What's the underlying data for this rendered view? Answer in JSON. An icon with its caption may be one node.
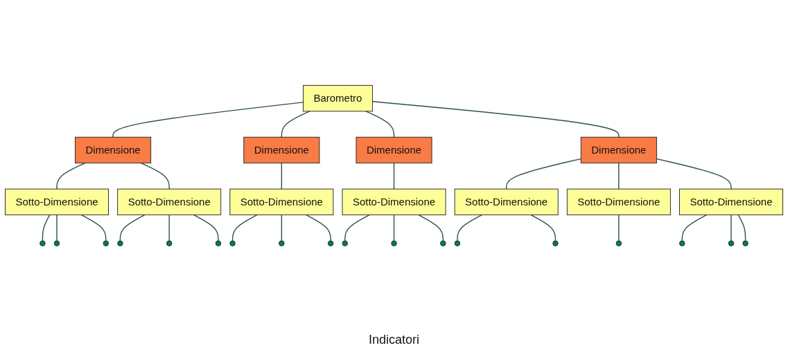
{
  "diagram": {
    "nodes": [
      {
        "text": [
          "Barometro"
        ]
      },
      {
        "text": [
          "Dimensione"
        ]
      },
      {
        "text": [
          "Dimensione"
        ]
      },
      {
        "text": [
          "Dimensione"
        ]
      },
      {
        "text": [
          "Dimensione"
        ]
      },
      {
        "text": [
          "Sotto-Dimensione"
        ]
      },
      {
        "text": [
          "Sotto-Dimensione"
        ]
      },
      {
        "text": [
          "Sotto-Dimensione"
        ]
      },
      {
        "text": [
          "Sotto-Dimensione"
        ]
      },
      {
        "text": [
          "Sotto-Dimensione"
        ]
      },
      {
        "text": [
          "Sotto-Dimensione"
        ]
      },
      {
        "text": [
          "Sotto-Dimensione"
        ]
      },
      {
        "text": [],
        "shape": "oval"
      },
      {
        "text": [],
        "shape": "oval"
      },
      {
        "text": [],
        "shape": "oval"
      },
      {
        "text": [],
        "shape": "oval"
      },
      {
        "text": [],
        "shape": "oval"
      },
      {
        "text": [],
        "shape": "oval"
      },
      {
        "text": [],
        "shape": "oval"
      },
      {
        "text": [],
        "shape": "oval"
      },
      {
        "text": [],
        "shape": "oval"
      },
      {
        "text": [],
        "shape": "oval"
      },
      {
        "text": [],
        "shape": "oval"
      },
      {
        "text": [],
        "shape": "oval"
      },
      {
        "text": [],
        "shape": "oval"
      },
      {
        "text": [],
        "shape": "oval"
      },
      {
        "text": [],
        "shape": "oval"
      },
      {
        "text": [],
        "shape": "oval"
      },
      {
        "text": [],
        "shape": "oval"
      },
      {
        "text": [],
        "shape": "oval"
      }
    ],
    "edges": [
      {
        "from": 0,
        "to": 1,
        "arrow": "none"
      },
      {
        "from": 0,
        "to": 2,
        "arrow": "none"
      },
      {
        "from": 0,
        "to": 3,
        "arrow": "none"
      },
      {
        "from": 0,
        "to": 4,
        "arrow": "none"
      },
      {
        "from": 1,
        "to": 5,
        "arrow": "none"
      },
      {
        "from": 1,
        "to": 6,
        "arrow": "none"
      },
      {
        "from": 2,
        "to": 7,
        "arrow": "none"
      },
      {
        "from": 3,
        "to": 8,
        "arrow": "none"
      },
      {
        "from": 4,
        "to": 9,
        "arrow": "none"
      },
      {
        "from": 4,
        "to": 10,
        "arrow": "none"
      },
      {
        "from": 4,
        "to": 11,
        "arrow": "none"
      },
      {
        "from": 5,
        "to": 12,
        "arrow": "none"
      },
      {
        "from": 5,
        "to": 13,
        "arrow": "none"
      },
      {
        "from": 5,
        "to": 14,
        "arrow": "none"
      },
      {
        "from": 6,
        "to": 15,
        "arrow": "none"
      },
      {
        "from": 6,
        "to": 16,
        "arrow": "none"
      },
      {
        "from": 6,
        "to": 17,
        "arrow": "none"
      },
      {
        "from": 7,
        "to": 18,
        "arrow": "none"
      },
      {
        "from": 7,
        "to": 19,
        "arrow": "none"
      },
      {
        "from": 7,
        "to": 20,
        "arrow": "none"
      },
      {
        "from": 8,
        "to": 21,
        "arrow": "none"
      },
      {
        "from": 8,
        "to": 22,
        "arrow": "none"
      },
      {
        "from": 8,
        "to": 23,
        "arrow": "none"
      },
      {
        "from": 9,
        "to": 24,
        "arrow": "none"
      },
      {
        "from": 9,
        "to": 25,
        "arrow": "none"
      },
      {
        "from": 10,
        "to": 26,
        "arrow": "none"
      },
      {
        "from": 11,
        "to": 27,
        "arrow": "none"
      },
      {
        "from": 11,
        "to": 28,
        "arrow": "none"
      },
      {
        "from": 11,
        "to": 29,
        "arrow": "none"
      }
    ],
    "labels": [
      "Indicatori"
    ]
  }
}
